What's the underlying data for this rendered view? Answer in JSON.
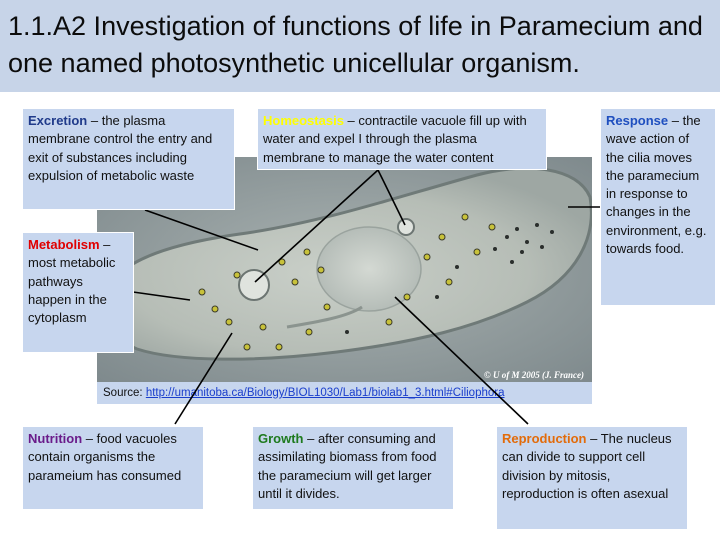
{
  "title": "1.1.A2 Investigation of functions of life in Paramecium and one named photosynthetic unicellular organism.",
  "colors": {
    "header_bg": "#c7d4e8",
    "box_bg": "#c7d6ee",
    "excretion": "#1f3a8a",
    "homeostasis": "#ffff00",
    "response": "#1f4fbf",
    "metabolism": "#e00000",
    "nutrition": "#6a1b8a",
    "growth": "#1e7a1e",
    "reproduction": "#e26b0a"
  },
  "image": {
    "watermark_text": "m",
    "copyright": "© U of M 2005 (J. France)"
  },
  "boxes": {
    "excretion": {
      "term": "Excretion",
      "text": " – the plasma membrane control the entry and exit of substances including expulsion of metabolic waste"
    },
    "homeostasis": {
      "term": "Homeostasis",
      "text": " – contractile vacuole fill up with water and expel I through the plasma membrane to manage the water content"
    },
    "response": {
      "term": "Response",
      "text": " – the wave action of the cilia moves the paramecium in response to changes in the environment, e.g. towards food."
    },
    "metabolism": {
      "term": "Metabolism",
      "text": " – most metabolic pathways happen in the cytoplasm"
    },
    "nutrition": {
      "term": "Nutrition",
      "text": " – food vacuoles contain organisms the parameium has consumed"
    },
    "growth": {
      "term": "Growth",
      "text": " – after consuming and assimilating biomass from food the paramecium will get larger until it divides."
    },
    "reproduction": {
      "term": "Reproduction",
      "text": " – The nucleus can divide to support cell division by mitosis, reproduction is often asexual"
    }
  },
  "source": {
    "label": "Source: ",
    "link": "http://umanitoba.ca/Biology/BIOL1030/Lab1/biolab1_3.html#Ciliophora"
  }
}
